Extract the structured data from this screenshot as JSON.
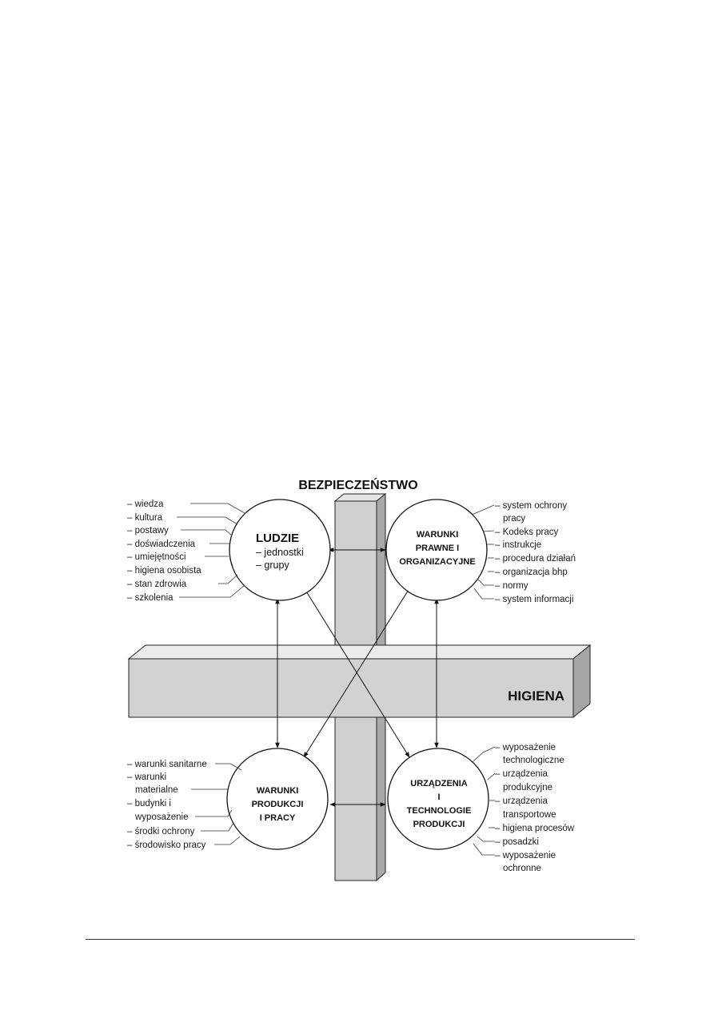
{
  "title": "BEZPIECZEŃSTWO",
  "beam_label": "HIGIENA",
  "circles": {
    "ludzie": {
      "title": "LUDZIE",
      "lines": [
        "– jednostki",
        "– grupy"
      ]
    },
    "warunki_prawne": {
      "lines": [
        "WARUNKI",
        "PRAWNE I",
        "ORGANIZACYJNE"
      ]
    },
    "warunki_produkcji": {
      "lines": [
        "WARUNKI",
        "PRODUKCJI",
        "I PRACY"
      ]
    },
    "urzadzenia": {
      "lines": [
        "URZĄDZENIA",
        "I",
        "TECHNOLOGIE",
        "PRODUKCJI"
      ]
    }
  },
  "lists": {
    "ludzie": [
      "– wiedza",
      "– kultura",
      "– postawy",
      "– doświadczenia",
      "– umiejętności",
      "– higiena osobista",
      "– stan zdrowia",
      "– szkolenia"
    ],
    "warunki_prawne": [
      "– system ochrony",
      "pracy",
      "– Kodeks pracy",
      "– instrukcje",
      "– procedura działań",
      "– organizacja bhp",
      "– normy",
      "– system informacji"
    ],
    "warunki_produkcji": [
      "– warunki sanitarne",
      "– warunki",
      "materialne",
      "– budynki i",
      "wyposażenie",
      "– środki ochrony",
      "– środowisko pracy"
    ],
    "urzadzenia": [
      "– wyposażenie",
      "technologiczne",
      "– urządzenia",
      "produkcyjne",
      "– urządzenia",
      "transportowe",
      "– higiena procesów",
      "– posadzki",
      "– wyposażenie",
      "ochronne"
    ]
  }
}
